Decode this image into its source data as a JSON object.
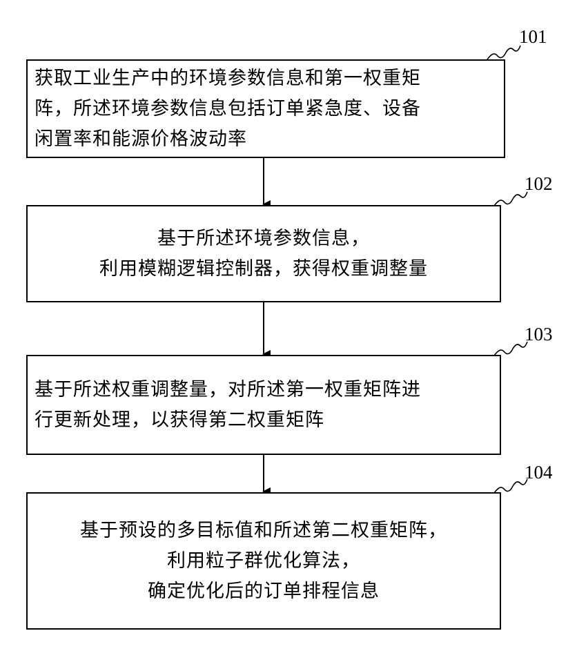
{
  "steps": [
    {
      "id": "101",
      "label": "101",
      "lines": [
        "获取工业生产中的环境参数信息和第一权重矩",
        "阵，所述环境参数信息包括订单紧急度、设备",
        "闲置率和能源价格波动率"
      ]
    },
    {
      "id": "102",
      "label": "102",
      "lines": [
        "基于所述环境参数信息，",
        "利用模糊逻辑控制器，获得权重调整量"
      ]
    },
    {
      "id": "103",
      "label": "103",
      "lines": [
        "基于所述权重调整量，对所述第一权重矩阵进",
        "行更新处理，以获得第二权重矩阵"
      ]
    },
    {
      "id": "104",
      "label": "104",
      "lines": [
        "基于预设的多目标值和所述第二权重矩阵，",
        "利用粒子群优化算法，",
        "确定优化后的订单排程信息"
      ]
    }
  ]
}
